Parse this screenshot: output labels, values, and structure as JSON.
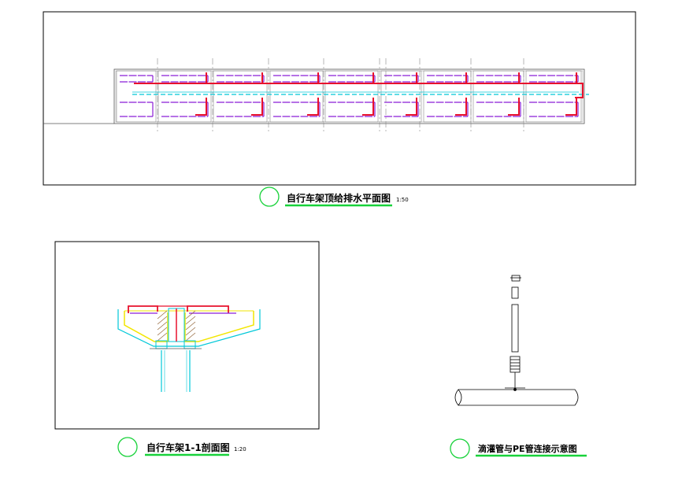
{
  "drawings": {
    "plan": {
      "title": "自行车架顶给排水平面图",
      "scale": "1:50"
    },
    "section": {
      "title": "自行车架1-1剖面图",
      "scale": "1:20"
    },
    "detail": {
      "title": "滴灌管与PE管连接示意图",
      "scale": ""
    }
  },
  "colors": {
    "frame": "#000000",
    "drain_pipe": "#e8102c",
    "water_pipe": "#00c8d8",
    "drip_line": "#8b1fd6",
    "structure": "#f2e600",
    "title_underline": "#18d23a",
    "title_circle": "#18d23a"
  }
}
